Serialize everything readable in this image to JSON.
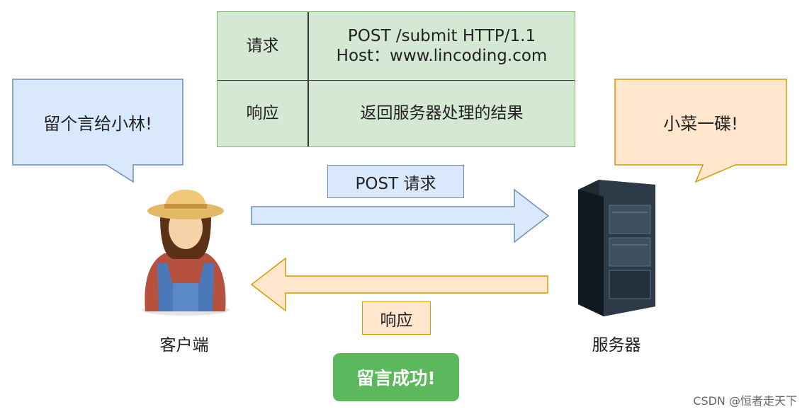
{
  "table": {
    "request_label": "请求",
    "request_line1": "POST /submit HTTP/1.1",
    "request_line2": "Host：www.lincoding.com",
    "response_label": "响应",
    "response_value": "返回服务器处理的结果"
  },
  "client_bubble": "留个言给小林!",
  "server_bubble": "小菜一碟!",
  "post_label": "POST  请求",
  "response_arrow_label": "响应",
  "client_caption": "客户端",
  "server_caption": "服务器",
  "success_button": "留言成功!",
  "watermark": "CSDN @恒者走天下",
  "colors": {
    "table_fill": "#d5e8d4",
    "blue_fill": "#dae8fc",
    "blue_stroke": "#6c8ebf",
    "orange_fill": "#ffe6cc",
    "orange_stroke": "#d79b00",
    "success": "#5cb85c"
  },
  "icons": [
    "client-person-icon",
    "server-rack-icon"
  ]
}
